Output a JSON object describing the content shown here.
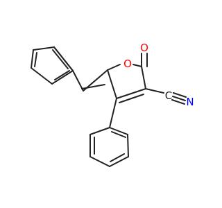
{
  "molecule": {
    "atoms": {
      "ring_oxygen": "O",
      "carbonyl_oxygen": "O",
      "nitrile_carbon": "C",
      "nitrile_nitrogen": "N"
    },
    "colors": {
      "bond": "#222222",
      "oxygen": "#ff0000",
      "nitrogen": "#0000ff",
      "carbon": "#222222",
      "background": "#ffffff"
    }
  }
}
